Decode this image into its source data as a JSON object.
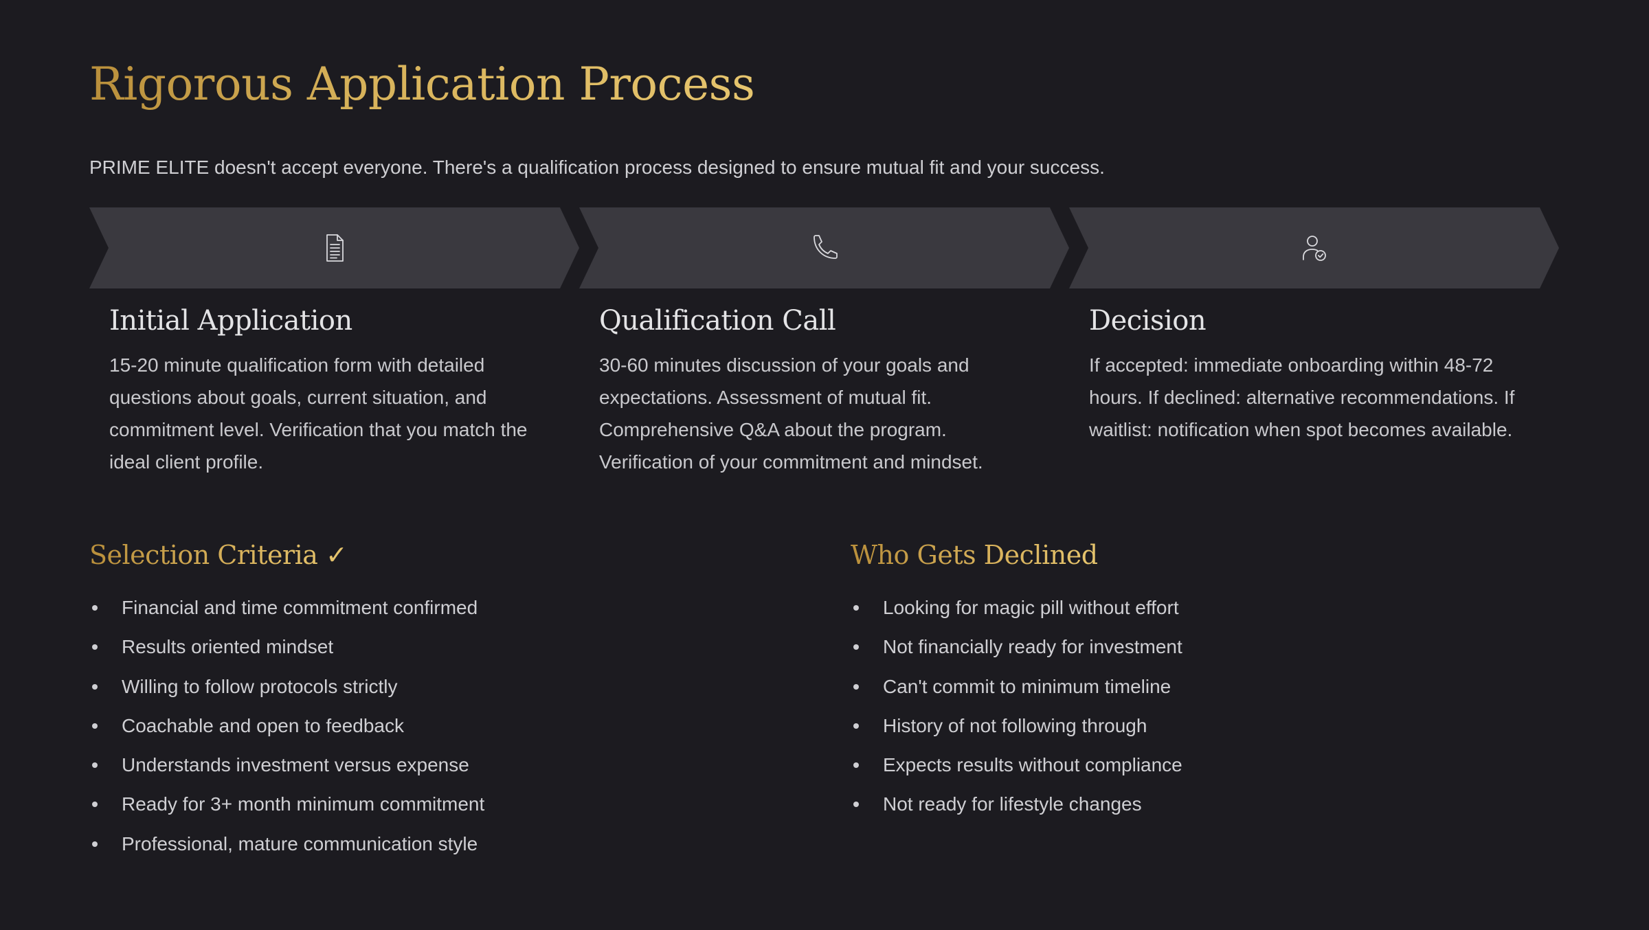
{
  "header": {
    "title": "Rigorous Application Process",
    "subtitle": "PRIME ELITE doesn't accept everyone. There's a qualification process designed to ensure mutual fit and your success."
  },
  "steps": [
    {
      "icon": "document-icon",
      "title": "Initial Application",
      "description": "15-20 minute qualification form with detailed questions about goals, current situation, and commitment level. Verification that you match the ideal client profile."
    },
    {
      "icon": "phone-icon",
      "title": "Qualification Call",
      "description": "30-60 minutes discussion of your goals and expectations. Assessment of mutual fit. Comprehensive Q&A about the program. Verification of your commitment and mindset."
    },
    {
      "icon": "user-check-icon",
      "title": "Decision",
      "description": "If accepted: immediate onboarding within 48-72 hours. If declined: alternative recommendations. If waitlist: notification when spot becomes available."
    }
  ],
  "selection_criteria": {
    "title": "Selection Criteria ✓",
    "items": [
      "Financial and time commitment confirmed",
      "Results oriented mindset",
      "Willing to follow protocols strictly",
      "Coachable and open to feedback",
      "Understands investment versus expense",
      "Ready for 3+ month minimum commitment",
      "Professional, mature communication style"
    ]
  },
  "who_gets_declined": {
    "title": "Who Gets Declined",
    "items": [
      "Looking for magic pill without effort",
      "Not financially ready for investment",
      "Can't commit to minimum timeline",
      "History of not following through",
      "Expects results without compliance",
      "Not ready for lifestyle changes"
    ]
  },
  "colors": {
    "background": "#1c1b20",
    "accent_gold": "#d7b25a",
    "chevron_fill": "#3a393f",
    "text_primary": "#e4e4e6",
    "text_secondary": "#c9c9cd"
  }
}
